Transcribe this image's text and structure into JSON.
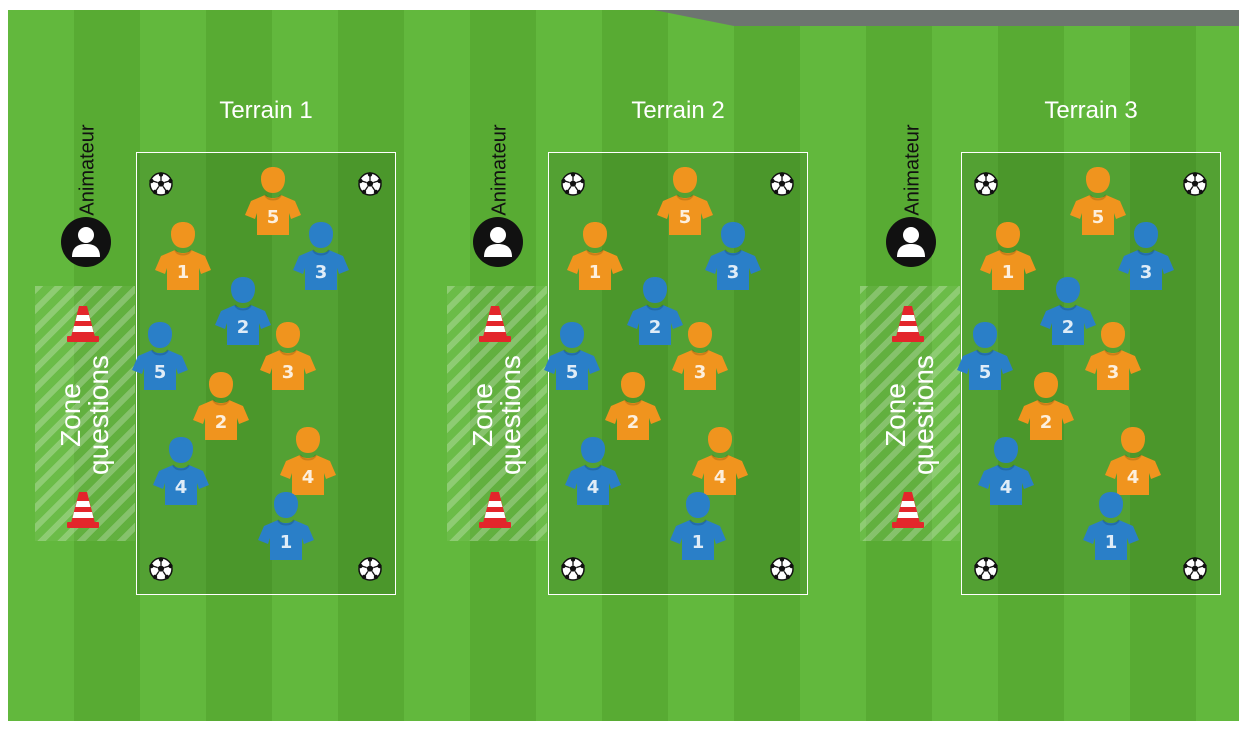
{
  "labels": {
    "animateur": "Animateur",
    "zone_line1": "Zone",
    "zone_line2": "questions"
  },
  "terrains": [
    {
      "title": "Terrain 1"
    },
    {
      "title": "Terrain 2"
    },
    {
      "title": "Terrain 3"
    }
  ],
  "players": [
    {
      "team": "orange",
      "number": "5"
    },
    {
      "team": "orange",
      "number": "1"
    },
    {
      "team": "blue",
      "number": "3"
    },
    {
      "team": "blue",
      "number": "2"
    },
    {
      "team": "blue",
      "number": "5"
    },
    {
      "team": "orange",
      "number": "3"
    },
    {
      "team": "orange",
      "number": "2"
    },
    {
      "team": "blue",
      "number": "4"
    },
    {
      "team": "orange",
      "number": "4"
    },
    {
      "team": "blue",
      "number": "1"
    }
  ],
  "colors": {
    "orange_team": "#f0941e",
    "blue_team": "#2a7fc8",
    "pitch_light": "#62b83d",
    "pitch_dark": "#58ab33",
    "cone_red": "#e3262b"
  }
}
